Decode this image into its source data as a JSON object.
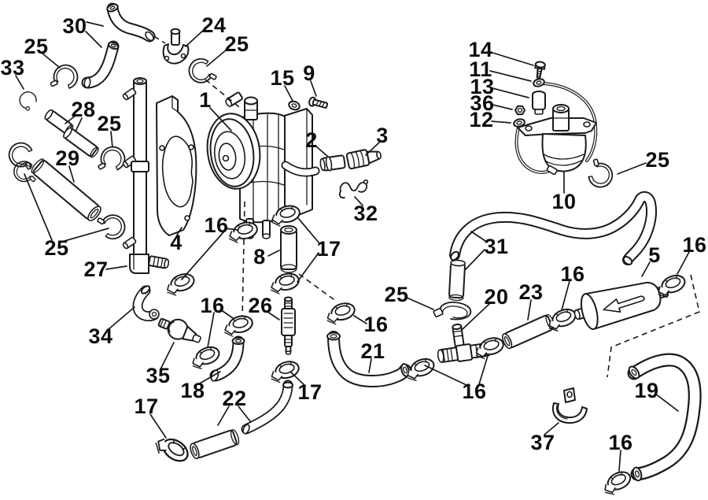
{
  "figure": {
    "type": "exploded-parts-diagram",
    "description": "Fuel pump, primer solenoid and fuel hose assembly with numbered part callouts",
    "background_color": "#ffffff",
    "ink_color": "#1a1a1a"
  },
  "callouts": [
    {
      "label": "30",
      "part": "molded-hose"
    },
    {
      "label": "24",
      "part": "clamp-fitting"
    },
    {
      "label": "25",
      "part": "spring-clamp"
    },
    {
      "label": "25",
      "part": "spring-clamp"
    },
    {
      "label": "33",
      "part": "retainer-clip"
    },
    {
      "label": "28",
      "part": "tube"
    },
    {
      "label": "25",
      "part": "spring-clamp"
    },
    {
      "label": "29",
      "part": "tube"
    },
    {
      "label": "15",
      "part": "washer"
    },
    {
      "label": "9",
      "part": "screw"
    },
    {
      "label": "1",
      "part": "fuel-pump-assembly"
    },
    {
      "label": "2",
      "part": "connector-nipple"
    },
    {
      "label": "3",
      "part": "connector"
    },
    {
      "label": "14",
      "part": "screw"
    },
    {
      "label": "11",
      "part": "washer"
    },
    {
      "label": "13",
      "part": "cap"
    },
    {
      "label": "36",
      "part": "nut"
    },
    {
      "label": "12",
      "part": "terminal-ring"
    },
    {
      "label": "10",
      "part": "primer-solenoid"
    },
    {
      "label": "25",
      "part": "spring-clamp"
    },
    {
      "label": "32",
      "part": "wire-clip"
    },
    {
      "label": "16",
      "part": "hose-clamp"
    },
    {
      "label": "4",
      "part": "mounting-bracket"
    },
    {
      "label": "8",
      "part": "tube"
    },
    {
      "label": "17",
      "part": "hose-clamp"
    },
    {
      "label": "31",
      "part": "hose"
    },
    {
      "label": "5",
      "part": "fuel-filter"
    },
    {
      "label": "16",
      "part": "hose-clamp"
    },
    {
      "label": "25",
      "part": "spring-clamp"
    },
    {
      "label": "27",
      "part": "elbow-fitting"
    },
    {
      "label": "16",
      "part": "hose-clamp"
    },
    {
      "label": "26",
      "part": "inline-filter"
    },
    {
      "label": "25",
      "part": "wire-clamp"
    },
    {
      "label": "20",
      "part": "tee-fitting"
    },
    {
      "label": "23",
      "part": "tube"
    },
    {
      "label": "16",
      "part": "hose-clamp"
    },
    {
      "label": "16",
      "part": "hose-clamp"
    },
    {
      "label": "21",
      "part": "hose"
    },
    {
      "label": "34",
      "part": "elbow-hose"
    },
    {
      "label": "35",
      "part": "check-valve"
    },
    {
      "label": "18",
      "part": "elbow-hose"
    },
    {
      "label": "22",
      "part": "hose"
    },
    {
      "label": "17",
      "part": "hose-clamp"
    },
    {
      "label": "17",
      "part": "hose-clamp"
    },
    {
      "label": "16",
      "part": "hose-clamp"
    },
    {
      "label": "19",
      "part": "hose"
    },
    {
      "label": "37",
      "part": "clamp-bracket"
    },
    {
      "label": "16",
      "part": "hose-clamp"
    }
  ]
}
